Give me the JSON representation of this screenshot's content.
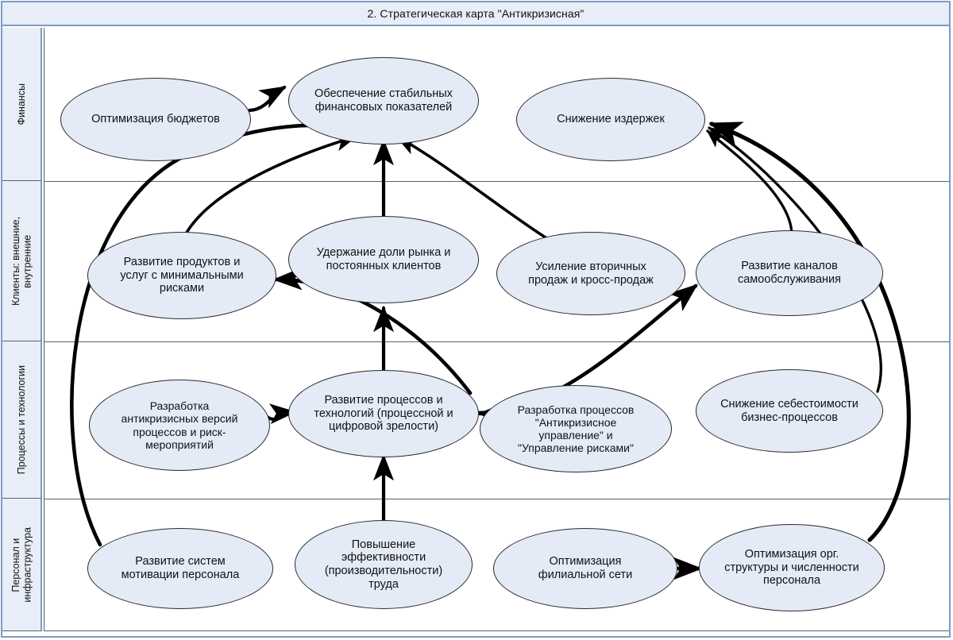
{
  "header": {
    "title": "2. Стратегическая карта \"Антикризисная\""
  },
  "perspectives": [
    {
      "id": "finance",
      "label": "Финансы"
    },
    {
      "id": "clients",
      "label": "Клиенты: внешние,\nвнутренние"
    },
    {
      "id": "processes",
      "label": "Процессы и технологии"
    },
    {
      "id": "people",
      "label": "Персонал и\nинфраструктура"
    }
  ],
  "colors": {
    "node_fill": "#e4ebf7",
    "node_stroke": "#2b2b2b",
    "band_fill": "#e8eef7",
    "frame_stroke": "#7d9bc1",
    "separator": "#55616e",
    "arrow": "#000000"
  },
  "nodes": [
    {
      "id": "n1",
      "perspective": "finance",
      "label": "Оптимизация бюджетов"
    },
    {
      "id": "n2",
      "perspective": "finance",
      "label": "Обеспечение стабильных\nфинансовых показателей"
    },
    {
      "id": "n3",
      "perspective": "finance",
      "label": "Снижение издержек"
    },
    {
      "id": "n4",
      "perspective": "clients",
      "label": "Развитие продуктов и\nуслуг с минимальными\nрисками"
    },
    {
      "id": "n5",
      "perspective": "clients",
      "label": "Удержание доли рынка и\nпостоянных клиентов"
    },
    {
      "id": "n6",
      "perspective": "clients",
      "label": "Усиление вторичных\nпродаж и кросс-продаж"
    },
    {
      "id": "n7",
      "perspective": "clients",
      "label": "Развитие каналов\nсамообслуживания"
    },
    {
      "id": "n8",
      "perspective": "processes",
      "label": "Разработка\nантикризисных версий\nпроцессов и риск-\nмероприятий"
    },
    {
      "id": "n9",
      "perspective": "processes",
      "label": "Развитие процессов и\nтехнологий (процессной и\nцифровой зрелости)"
    },
    {
      "id": "n10",
      "perspective": "processes",
      "label": "Разработка процессов\n\"Антикризисное\nуправление\" и\n\"Управление рисками\""
    },
    {
      "id": "n11",
      "perspective": "processes",
      "label": "Снижение себестоимости\nбизнес-процессов"
    },
    {
      "id": "n12",
      "perspective": "people",
      "label": "Развитие систем\nмотивации персонала"
    },
    {
      "id": "n13",
      "perspective": "people",
      "label": "Повышение\nэффективности\n(производительности)\nтруда"
    },
    {
      "id": "n14",
      "perspective": "people",
      "label": "Оптимизация\nфилиальной сети"
    },
    {
      "id": "n15",
      "perspective": "people",
      "label": "Оптимизация орг.\nструктуры и численности\nперсонала"
    }
  ],
  "links": [
    {
      "from": "n1",
      "to": "n2"
    },
    {
      "from": "n4",
      "to": "n2"
    },
    {
      "from": "n5",
      "to": "n2"
    },
    {
      "from": "n6",
      "to": "n2"
    },
    {
      "from": "n12",
      "to": "n2"
    },
    {
      "from": "n7",
      "to": "n3"
    },
    {
      "from": "n11",
      "to": "n3"
    },
    {
      "from": "n15",
      "to": "n3"
    },
    {
      "from": "n9",
      "to": "n4"
    },
    {
      "from": "n9",
      "to": "n5"
    },
    {
      "from": "n9",
      "to": "n7"
    },
    {
      "from": "n8",
      "to": "n9"
    },
    {
      "from": "n10",
      "to": "n9"
    },
    {
      "from": "n13",
      "to": "n9"
    },
    {
      "from": "n14",
      "to": "n15"
    }
  ]
}
